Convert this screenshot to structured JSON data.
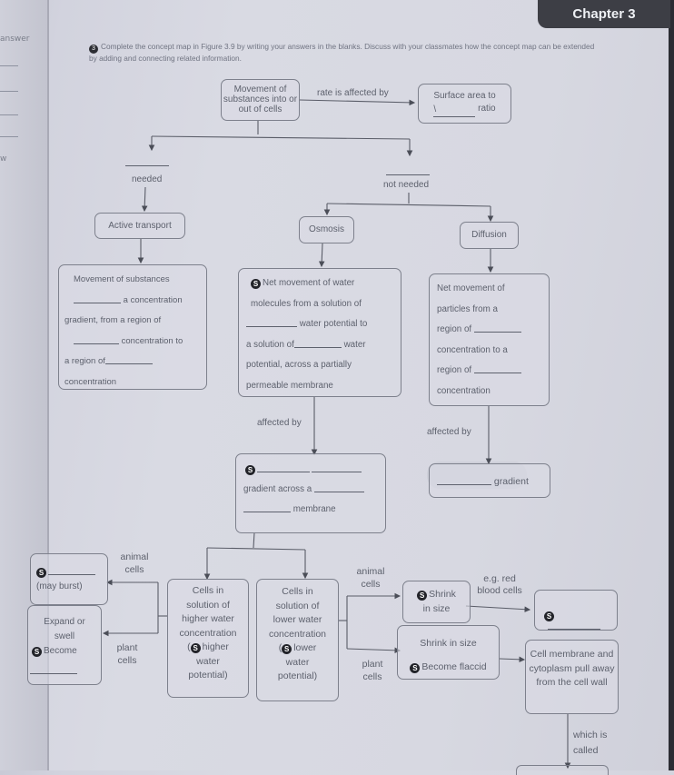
{
  "page": {
    "chapter_label": "Chapter 3",
    "left_margin_word": "answer",
    "left_margin_letter": "w",
    "question_number": "3",
    "instruction": "Complete the concept map in Figure 3.9 by writing your answers in the blanks. Discuss with your classmates how the concept map can be extended by adding and connecting related information."
  },
  "concept_map": {
    "root": "Movement of substances into or out of cells",
    "root_link": "rate is affected by",
    "surface_area": {
      "prefix": "Surface area to",
      "mark": "\\",
      "suffix": "ratio"
    },
    "energy_needed": "needed",
    "energy_not_needed": "not needed",
    "active_transport": "Active transport",
    "osmosis": "Osmosis",
    "diffusion": "Diffusion",
    "active_def": {
      "line1": "Movement of substances",
      "line2": "a concentration",
      "line3": "gradient, from a region of",
      "line4": "concentration to",
      "line5": "a region of",
      "line6": "concentration"
    },
    "osmosis_def": {
      "s": "S",
      "line1": "Net movement of water",
      "line2": "molecules from a solution of",
      "line3": "water potential to",
      "line4a": "a solution of",
      "line4b": "water",
      "line5": "potential, across a partially",
      "line6": "permeable membrane"
    },
    "diffusion_def": {
      "line1": "Net movement of",
      "line2": "particles from a",
      "line3": "region of",
      "line4": "concentration to a",
      "line5": "region of",
      "line6": "concentration"
    },
    "affected_by_left": "affected by",
    "affected_by_right": "affected by",
    "osmosis_factor": {
      "s": "S",
      "line2": "gradient across a",
      "line3": "membrane"
    },
    "diffusion_factor": "gradient",
    "higher_solution": {
      "line1": "Cells in",
      "line2": "solution of",
      "line3": "higher water",
      "line4": "concentration",
      "line5a": "(",
      "line5b": "higher",
      "line6": "water",
      "line7": "potential)"
    },
    "lower_solution": {
      "line1": "Cells in",
      "line2": "solution of",
      "line3": "lower water",
      "line4": "concentration",
      "line5a": "(",
      "line5b": "lower",
      "line6": "water",
      "line7": "potential)"
    },
    "animal_cells": "animal cells",
    "plant_cells": "plant cells",
    "animal_high": {
      "s": "S",
      "note": "(may burst)"
    },
    "plant_high": {
      "line1": "Expand or",
      "line2": "swell",
      "line3": "Become"
    },
    "animal_low": {
      "s": "S",
      "line1": "Shrink",
      "line2": "in size"
    },
    "plant_low": {
      "line1": "Shrink in size",
      "line2": "Become flaccid"
    },
    "eg_red_blood": "e.g. red blood cells",
    "rbc_result": {
      "s": "S"
    },
    "plasmolysis_desc": "Cell membrane and cytoplasm pull away from the cell wall",
    "which_is_called": "which is called"
  }
}
